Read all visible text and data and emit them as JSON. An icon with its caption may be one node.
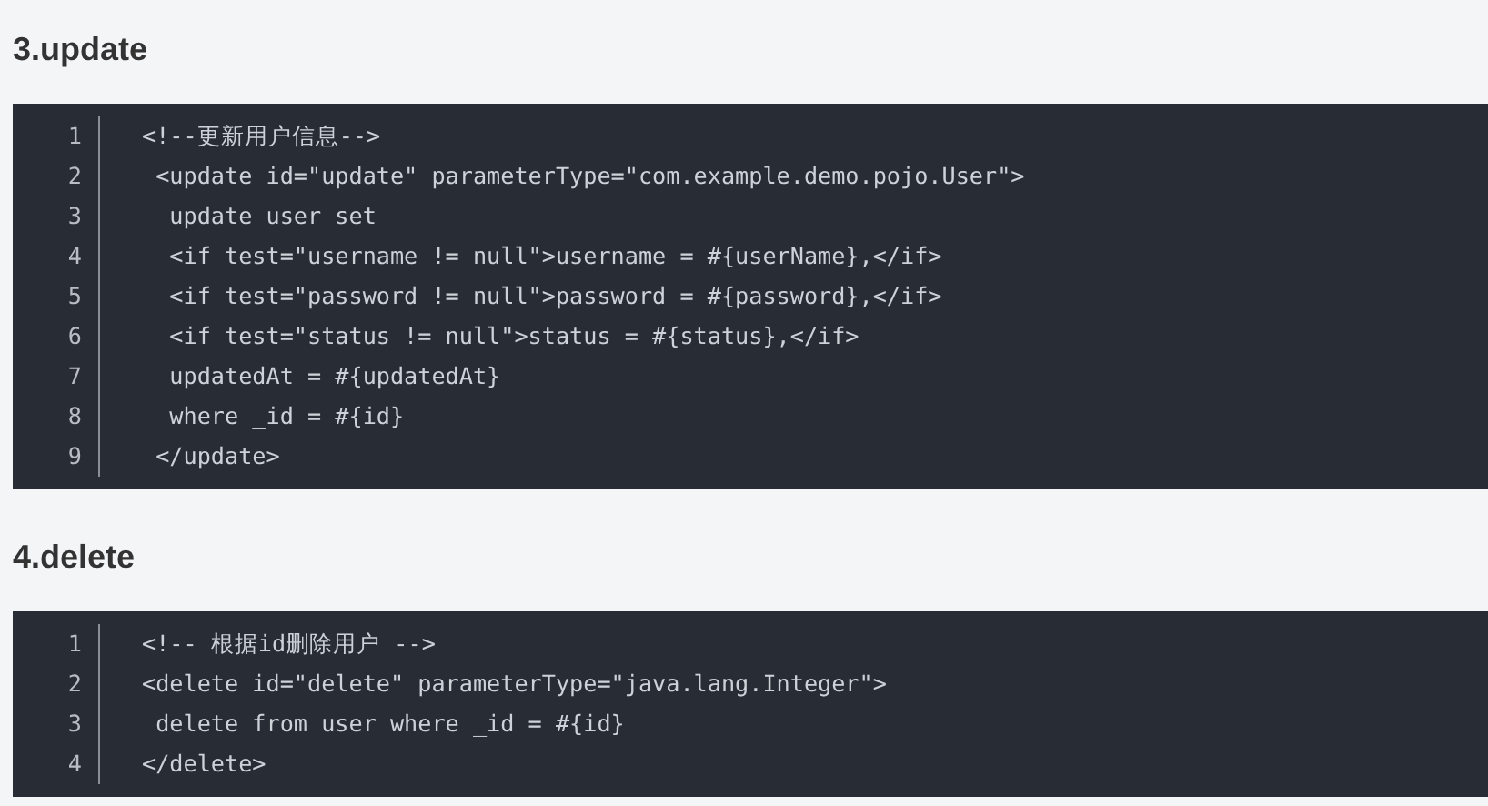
{
  "diagram": {
    "labels": [
      "3.update",
      "1",
      "<!--更新用户信息-->",
      "2",
      " <update id=\"update\" parameterType=\"com.example.demo.pojo.User\">",
      "3",
      "  update user set",
      "4",
      "  <if test=\"username != null\">username = #{userName},</if>",
      "5",
      "  <if test=\"password != null\">password = #{password},</if>",
      "6",
      "  <if test=\"status != null\">status = #{status},</if>",
      "7",
      "  updatedAt = #{updatedAt}",
      "8",
      "  where _id = #{id}",
      "9",
      " </update>",
      "4.delete",
      "1",
      "<!-- 根据id删除用户 -->",
      "2",
      "<delete id=\"delete\" parameterType=\"java.lang.Integer\">",
      "3",
      " delete from user where _id = #{id}",
      "4",
      "</delete>"
    ]
  }
}
